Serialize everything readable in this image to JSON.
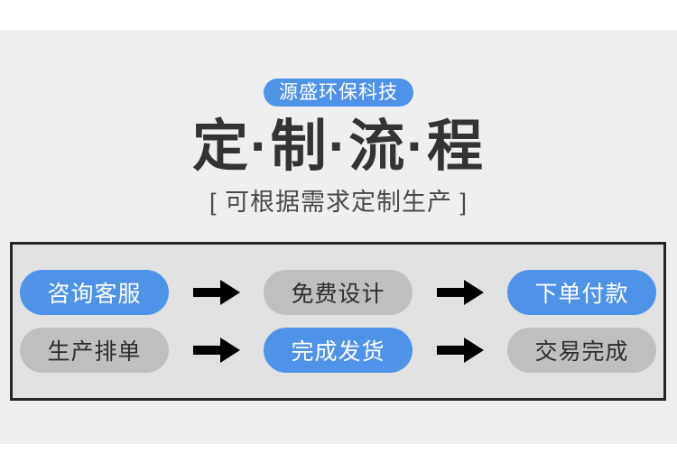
{
  "theme": {
    "accent_blue": "#4e93e8",
    "idle_gray": "#bfbfc0",
    "panel_bg": "#e1e1e2",
    "page_bg": "#efeff0",
    "border": "#262626",
    "title_color": "#333333"
  },
  "header": {
    "badge": "源盛环保科技",
    "title": "定·制·流·程",
    "subtitle": "[ 可根据需求定制生产 ]"
  },
  "flow": {
    "rows": [
      {
        "steps": [
          {
            "label": "咨询客服",
            "state": "active"
          },
          {
            "label": "免费设计",
            "state": "idle"
          },
          {
            "label": "下单付款",
            "state": "active"
          }
        ],
        "arrows": [
          "arrow-right-icon",
          "arrow-right-icon"
        ]
      },
      {
        "steps": [
          {
            "label": "生产排单",
            "state": "idle"
          },
          {
            "label": "完成发货",
            "state": "active"
          },
          {
            "label": "交易完成",
            "state": "idle"
          }
        ],
        "arrows": [
          "arrow-right-icon",
          "arrow-right-icon"
        ]
      }
    ]
  }
}
